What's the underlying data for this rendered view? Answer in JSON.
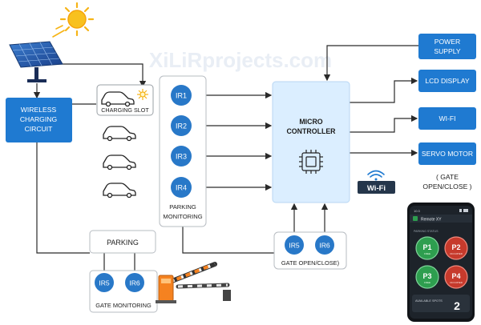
{
  "watermark": "XiLiRprojects.com",
  "blocks": {
    "wireless": [
      "WIRELESS",
      "CHARGING",
      "CIRCUIT"
    ],
    "charging_slot": "CHARGING SLOT",
    "parking_monitoring": [
      "PARKING",
      "MONITORING"
    ],
    "parking": "PARKING",
    "gate_monitoring": "GATE MONITORING",
    "gate_open_close": "GATE OPEN/CLOSE)",
    "micro_controller": [
      "MICRO",
      "CONTROLLER"
    ],
    "power_supply": [
      "POWER",
      "SUPPLY"
    ],
    "lcd_display": "LCD DISPLAY",
    "wifi_block": "WI-FI",
    "servo_motor": "SERVO MOTOR",
    "servo_caption": [
      "( GATE",
      "OPEN/CLOSE )"
    ],
    "wifi_badge": "Wi-Fi"
  },
  "sensors": {
    "ir1": "IR1",
    "ir2": "IR2",
    "ir3": "IR3",
    "ir4": "IR4",
    "ir5_top": "IR5",
    "ir6_top": "IR6",
    "ir5_bottom": "IR5",
    "ir6_bottom": "IR6"
  },
  "phone": {
    "status_left": "10:3",
    "app_title": "Remote XY",
    "section_label": "PARKING STATUS",
    "slots": [
      {
        "label": "P1",
        "status": "FREE"
      },
      {
        "label": "P2",
        "status": "OCCUPIED"
      },
      {
        "label": "P3",
        "status": "FREE"
      },
      {
        "label": "P4",
        "status": "OCCUPIED"
      }
    ],
    "available_label": "AVAILABLE SPOTS",
    "available_count": "2"
  },
  "colors": {
    "block_blue": "#1f7ad1",
    "ir_blue": "#2878c8",
    "controller_fill": "#dbeeff",
    "free_green": "#2e9e4f",
    "occupied_red": "#c63a2c",
    "sun_yellow": "#f6b416"
  }
}
